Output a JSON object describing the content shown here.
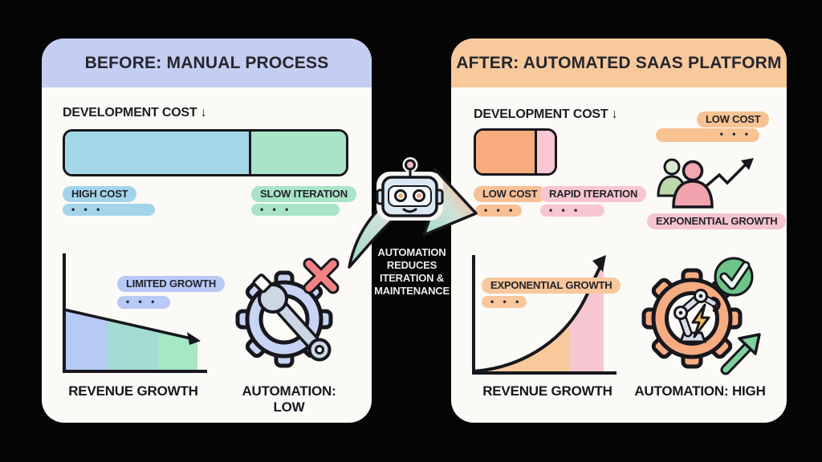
{
  "shared": {
    "dots": "• • •"
  },
  "colors": {
    "background": "#050505",
    "card": "#fbfaf6",
    "before_header": "#c4cdf2",
    "after_header": "#f7c99b",
    "outline": "#17171d",
    "blue_segment": "#a4d7e8",
    "green_segment": "#a9e4c7",
    "lavender": "#b8c9f4",
    "red_x": "#f28181",
    "orange_segment": "#f8ab7e",
    "pink_segment": "#f8c7d2",
    "green_check": "#6cc488",
    "green_arrow": "#80d19d"
  },
  "before": {
    "title": "BEFORE: MANUAL PROCESS",
    "section_label": "DEVELOPMENT COST ↓",
    "cost_bar": {
      "segments": [
        {
          "name": "high-cost",
          "color": "#a4d7e8",
          "fraction": 0.66
        },
        {
          "name": "slow-iteration",
          "color": "#a9e4c7",
          "fraction": 0.34
        }
      ]
    },
    "badge1": "HIGH COST",
    "badge2": "SLOW ITERATION",
    "growth_badge": "LIMITED GROWTH",
    "chart_caption": "REVENUE GROWTH",
    "automation_caption": "AUTOMATION: LOW"
  },
  "middle": {
    "caption_lines": [
      "AUTOMATION",
      "REDUCES",
      "ITERATION &",
      "MAINTENANCE"
    ]
  },
  "after": {
    "title": "AFTER: AUTOMATED SAAS PLATFORM",
    "section_label": "DEVELOPMENT COST ↓",
    "cost_bar": {
      "segments": [
        {
          "name": "low-cost",
          "color": "#f8ab7e",
          "fraction": 0.77
        },
        {
          "name": "rapid-iteration",
          "color": "#f8c7d2",
          "fraction": 0.23
        }
      ]
    },
    "badge1": "LOW COST",
    "badge2": "RAPID ITERATION",
    "corner_badge": "LOW COST",
    "people_badge": "EXPONENTIAL GROWTH",
    "growth_badge": "EXPONENTIAL GROWTH",
    "chart_caption": "REVENUE GROWTH",
    "automation_caption": "AUTOMATION: HIGH"
  },
  "charts": {
    "before_revenue": {
      "type": "area",
      "trend": "declining",
      "label": "REVENUE GROWTH",
      "annotation": "LIMITED GROWTH",
      "band_colors": [
        "#b7c9f5",
        "#a2dcd3",
        "#a6e7c4"
      ]
    },
    "after_revenue": {
      "type": "area",
      "trend": "exponential",
      "label": "REVENUE GROWTH",
      "annotation": "EXPONENTIAL GROWTH",
      "band_colors": [
        "#f9c99c",
        "#f6c6d1"
      ]
    }
  }
}
